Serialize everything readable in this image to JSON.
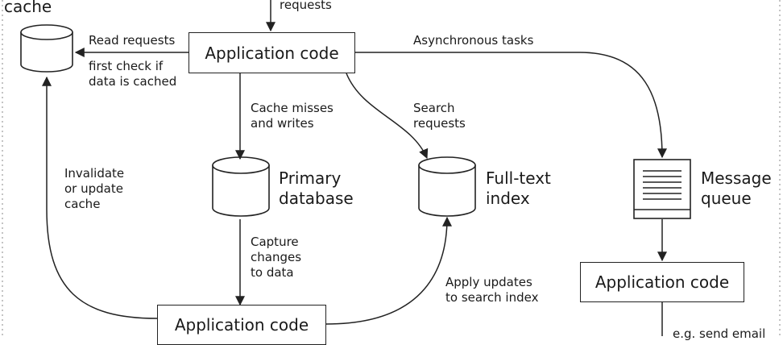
{
  "labels": {
    "cache_title": "cache",
    "requests": "requests",
    "app_code_top": "Application code",
    "read_requests": "Read requests",
    "first_check": "first check if\ndata is cached",
    "async_tasks": "Asynchronous tasks",
    "cache_misses": "Cache misses\nand writes",
    "search_requests": "Search\nrequests",
    "invalidate": "Invalidate\nor update\ncache",
    "primary_db": "Primary\ndatabase",
    "fulltext_index": "Full-text\nindex",
    "message_queue": "Message\nqueue",
    "capture_changes": "Capture\nchanges\nto data",
    "apply_updates": "Apply updates\nto search index",
    "app_code_right": "Application code",
    "app_code_bottom": "Application code",
    "email_partial": "e.g. send email"
  },
  "colors": {
    "stroke": "#222222",
    "border_dotted": "#b0b0b0"
  }
}
